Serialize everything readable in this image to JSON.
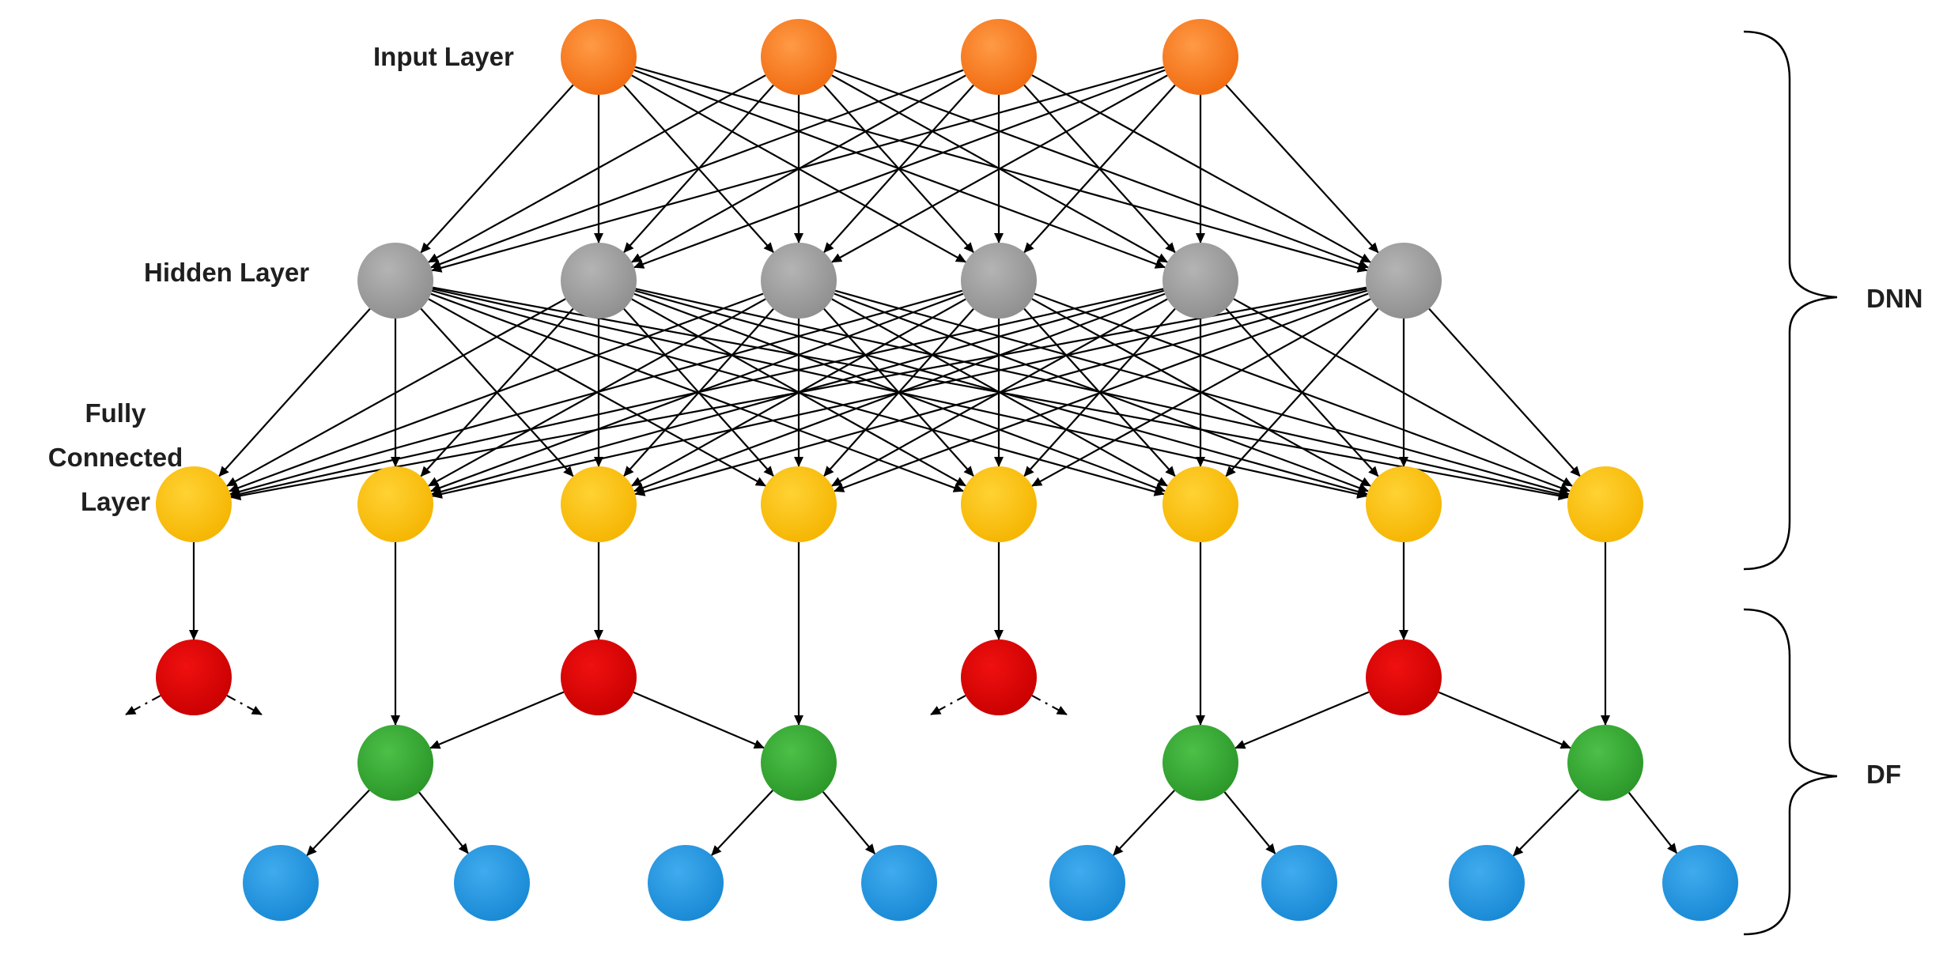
{
  "labels": {
    "input_layer": "Input Layer",
    "hidden_layer": "Hidden Layer",
    "fully_connected_line1": "Fully",
    "fully_connected_line2": "Connected",
    "fully_connected_line3": "Layer",
    "dnn": "DNN",
    "df": "DF"
  },
  "colors": {
    "input": "#F47B20",
    "hidden": "#9E9E9E",
    "fully_connected": "#FFC000",
    "split": "#E00000",
    "internal": "#35A832",
    "leaf": "#1E96E0",
    "edge": "#000000"
  },
  "layers": {
    "input_count": 4,
    "hidden_count": 6,
    "fully_connected_count": 8,
    "split_count": 4,
    "internal_count": 4,
    "leaf_count": 8
  }
}
